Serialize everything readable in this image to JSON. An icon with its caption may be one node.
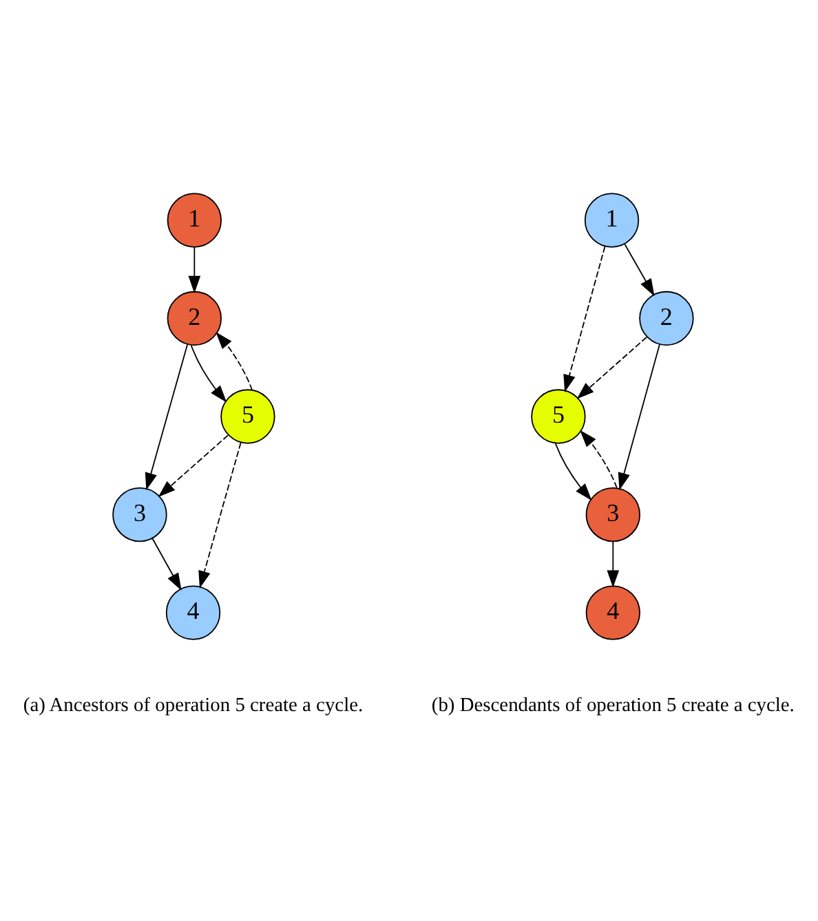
{
  "diagram": {
    "nodes": [
      {
        "text": [
          "1"
        ]
      },
      {
        "text": [
          "2"
        ]
      },
      {
        "text": [
          "5"
        ]
      },
      {
        "text": [
          "3"
        ]
      },
      {
        "text": [
          "4"
        ]
      },
      {
        "text": [
          "1"
        ]
      },
      {
        "text": [
          "2"
        ]
      },
      {
        "text": [
          "5"
        ]
      },
      {
        "text": [
          "3"
        ]
      },
      {
        "text": [
          "4"
        ]
      }
    ],
    "edges": [
      {
        "from": 0,
        "to": 1,
        "arrow": "to"
      },
      {
        "from": 1,
        "to": 2,
        "arrow": "to"
      },
      {
        "from": 1,
        "to": 3,
        "arrow": "to"
      },
      {
        "from": 3,
        "to": 4,
        "arrow": "to"
      },
      {
        "from": 2,
        "to": 1,
        "arrow": "to",
        "style": "dashed"
      },
      {
        "from": 2,
        "to": 3,
        "arrow": "to",
        "style": "dashed"
      },
      {
        "from": 2,
        "to": 4,
        "arrow": "to",
        "style": "dashed"
      },
      {
        "from": 5,
        "to": 6,
        "arrow": "to"
      },
      {
        "from": 5,
        "to": 7,
        "arrow": "to",
        "style": "dashed"
      },
      {
        "from": 6,
        "to": 7,
        "arrow": "to",
        "style": "dashed"
      },
      {
        "from": 6,
        "to": 8,
        "arrow": "to"
      },
      {
        "from": 7,
        "to": 8,
        "arrow": "to"
      },
      {
        "from": 8,
        "to": 7,
        "arrow": "to",
        "style": "dashed"
      },
      {
        "from": 8,
        "to": 9,
        "arrow": "to"
      }
    ],
    "labels": [
      "(a) Ancestors of operation 5 create a cycle.",
      "(b) Descendants of operation 5 create a cycle."
    ]
  }
}
